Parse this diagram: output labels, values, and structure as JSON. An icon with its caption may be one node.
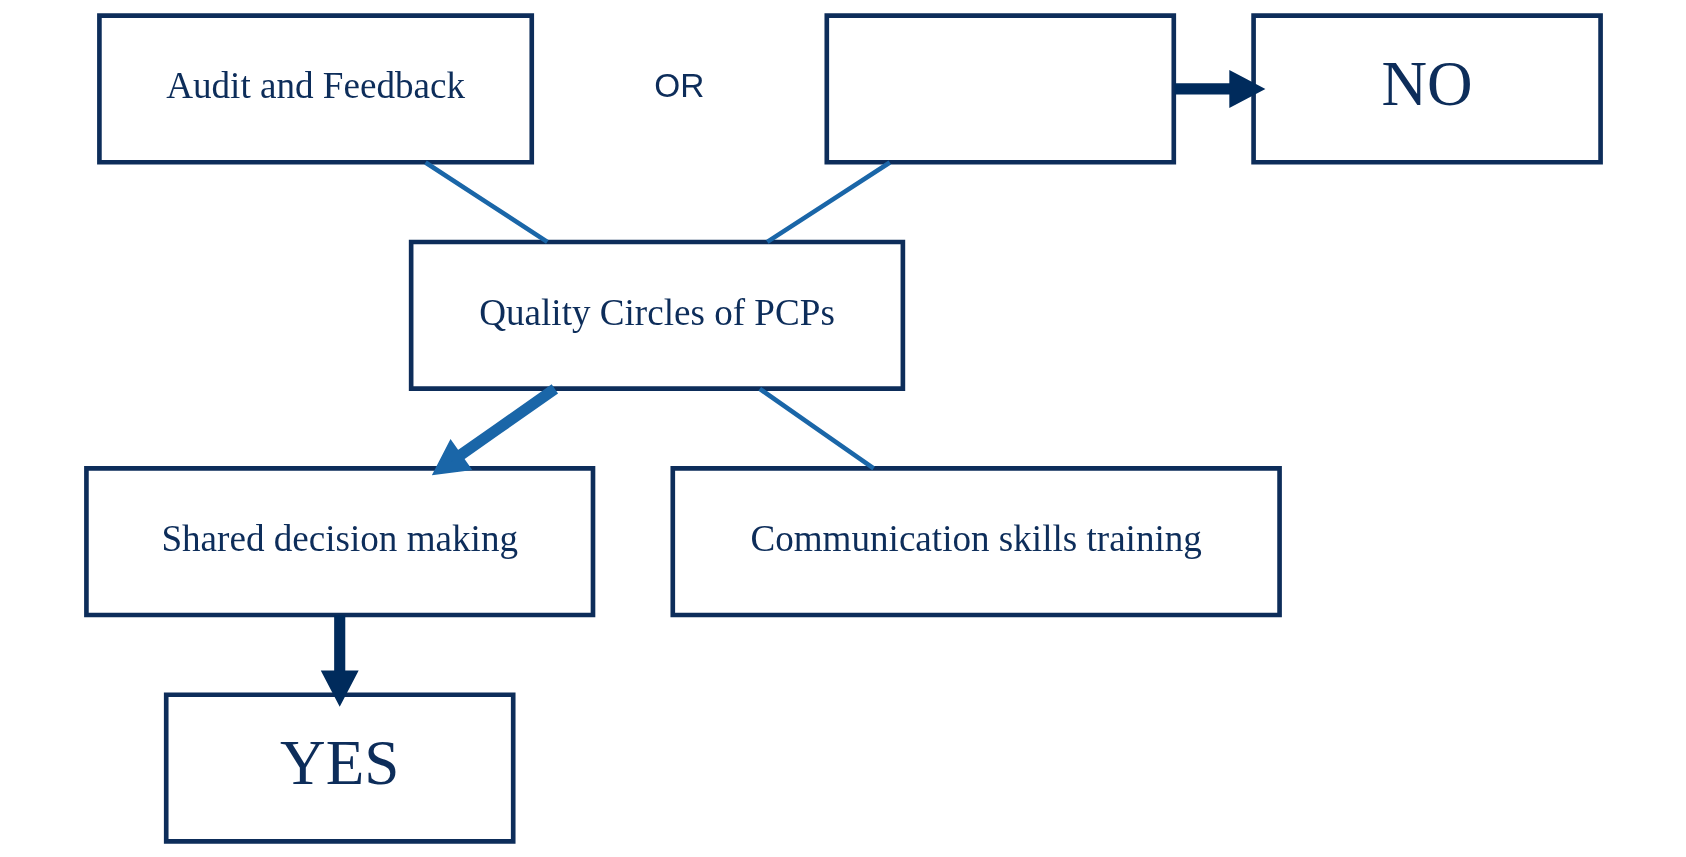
{
  "diagram": {
    "nodes": [
      {
        "text": [
          "Audit and Feedback"
        ]
      },
      {
        "text": [],
        "shape": "box"
      },
      {
        "text": [
          "NO"
        ]
      },
      {
        "text": [
          "Quality Circles of PCPs"
        ]
      },
      {
        "text": [
          "Shared decision making"
        ]
      },
      {
        "text": [
          "Communication skills training"
        ]
      },
      {
        "text": [
          "YES"
        ]
      }
    ],
    "edges": [
      {
        "from": 0,
        "to": 3,
        "arrow": "none"
      },
      {
        "from": 1,
        "to": 3,
        "arrow": "none"
      },
      {
        "from": 1,
        "to": 2,
        "arrow": "to",
        "style": "thick",
        "color": "#002b5c"
      },
      {
        "from": 3,
        "to": 4,
        "arrow": "to",
        "style": "thick"
      },
      {
        "from": 3,
        "to": 5,
        "arrow": "none"
      },
      {
        "from": 4,
        "to": 6,
        "arrow": "to",
        "style": "thick",
        "color": "#002b5c"
      }
    ],
    "labels": [
      "OR"
    ]
  }
}
